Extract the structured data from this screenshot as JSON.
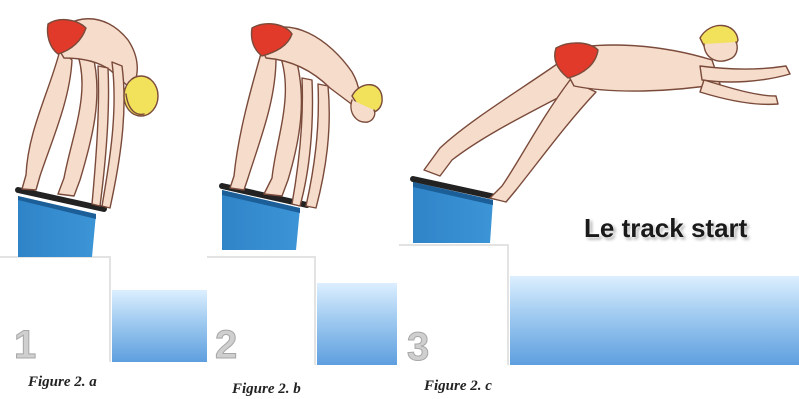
{
  "title": "Le track start",
  "panels": [
    {
      "number": "1",
      "caption": "Figure 2. a"
    },
    {
      "number": "2",
      "caption": "Figure 2. b"
    },
    {
      "number": "3",
      "caption": "Figure 2. c"
    }
  ],
  "colors": {
    "skin": "#f6dccb",
    "skin_line": "#7a4a3a",
    "cap": "#f2e15a",
    "trunks": "#e23a2a",
    "block": "#2f84c8",
    "block_dark": "#1c5f98",
    "water_top": "#7fb6ea",
    "water_bottom": "#dbeeff",
    "wall": "#ffffff"
  },
  "icons": [
    "swimmer-figure",
    "starting-block-icon",
    "pool-water"
  ]
}
